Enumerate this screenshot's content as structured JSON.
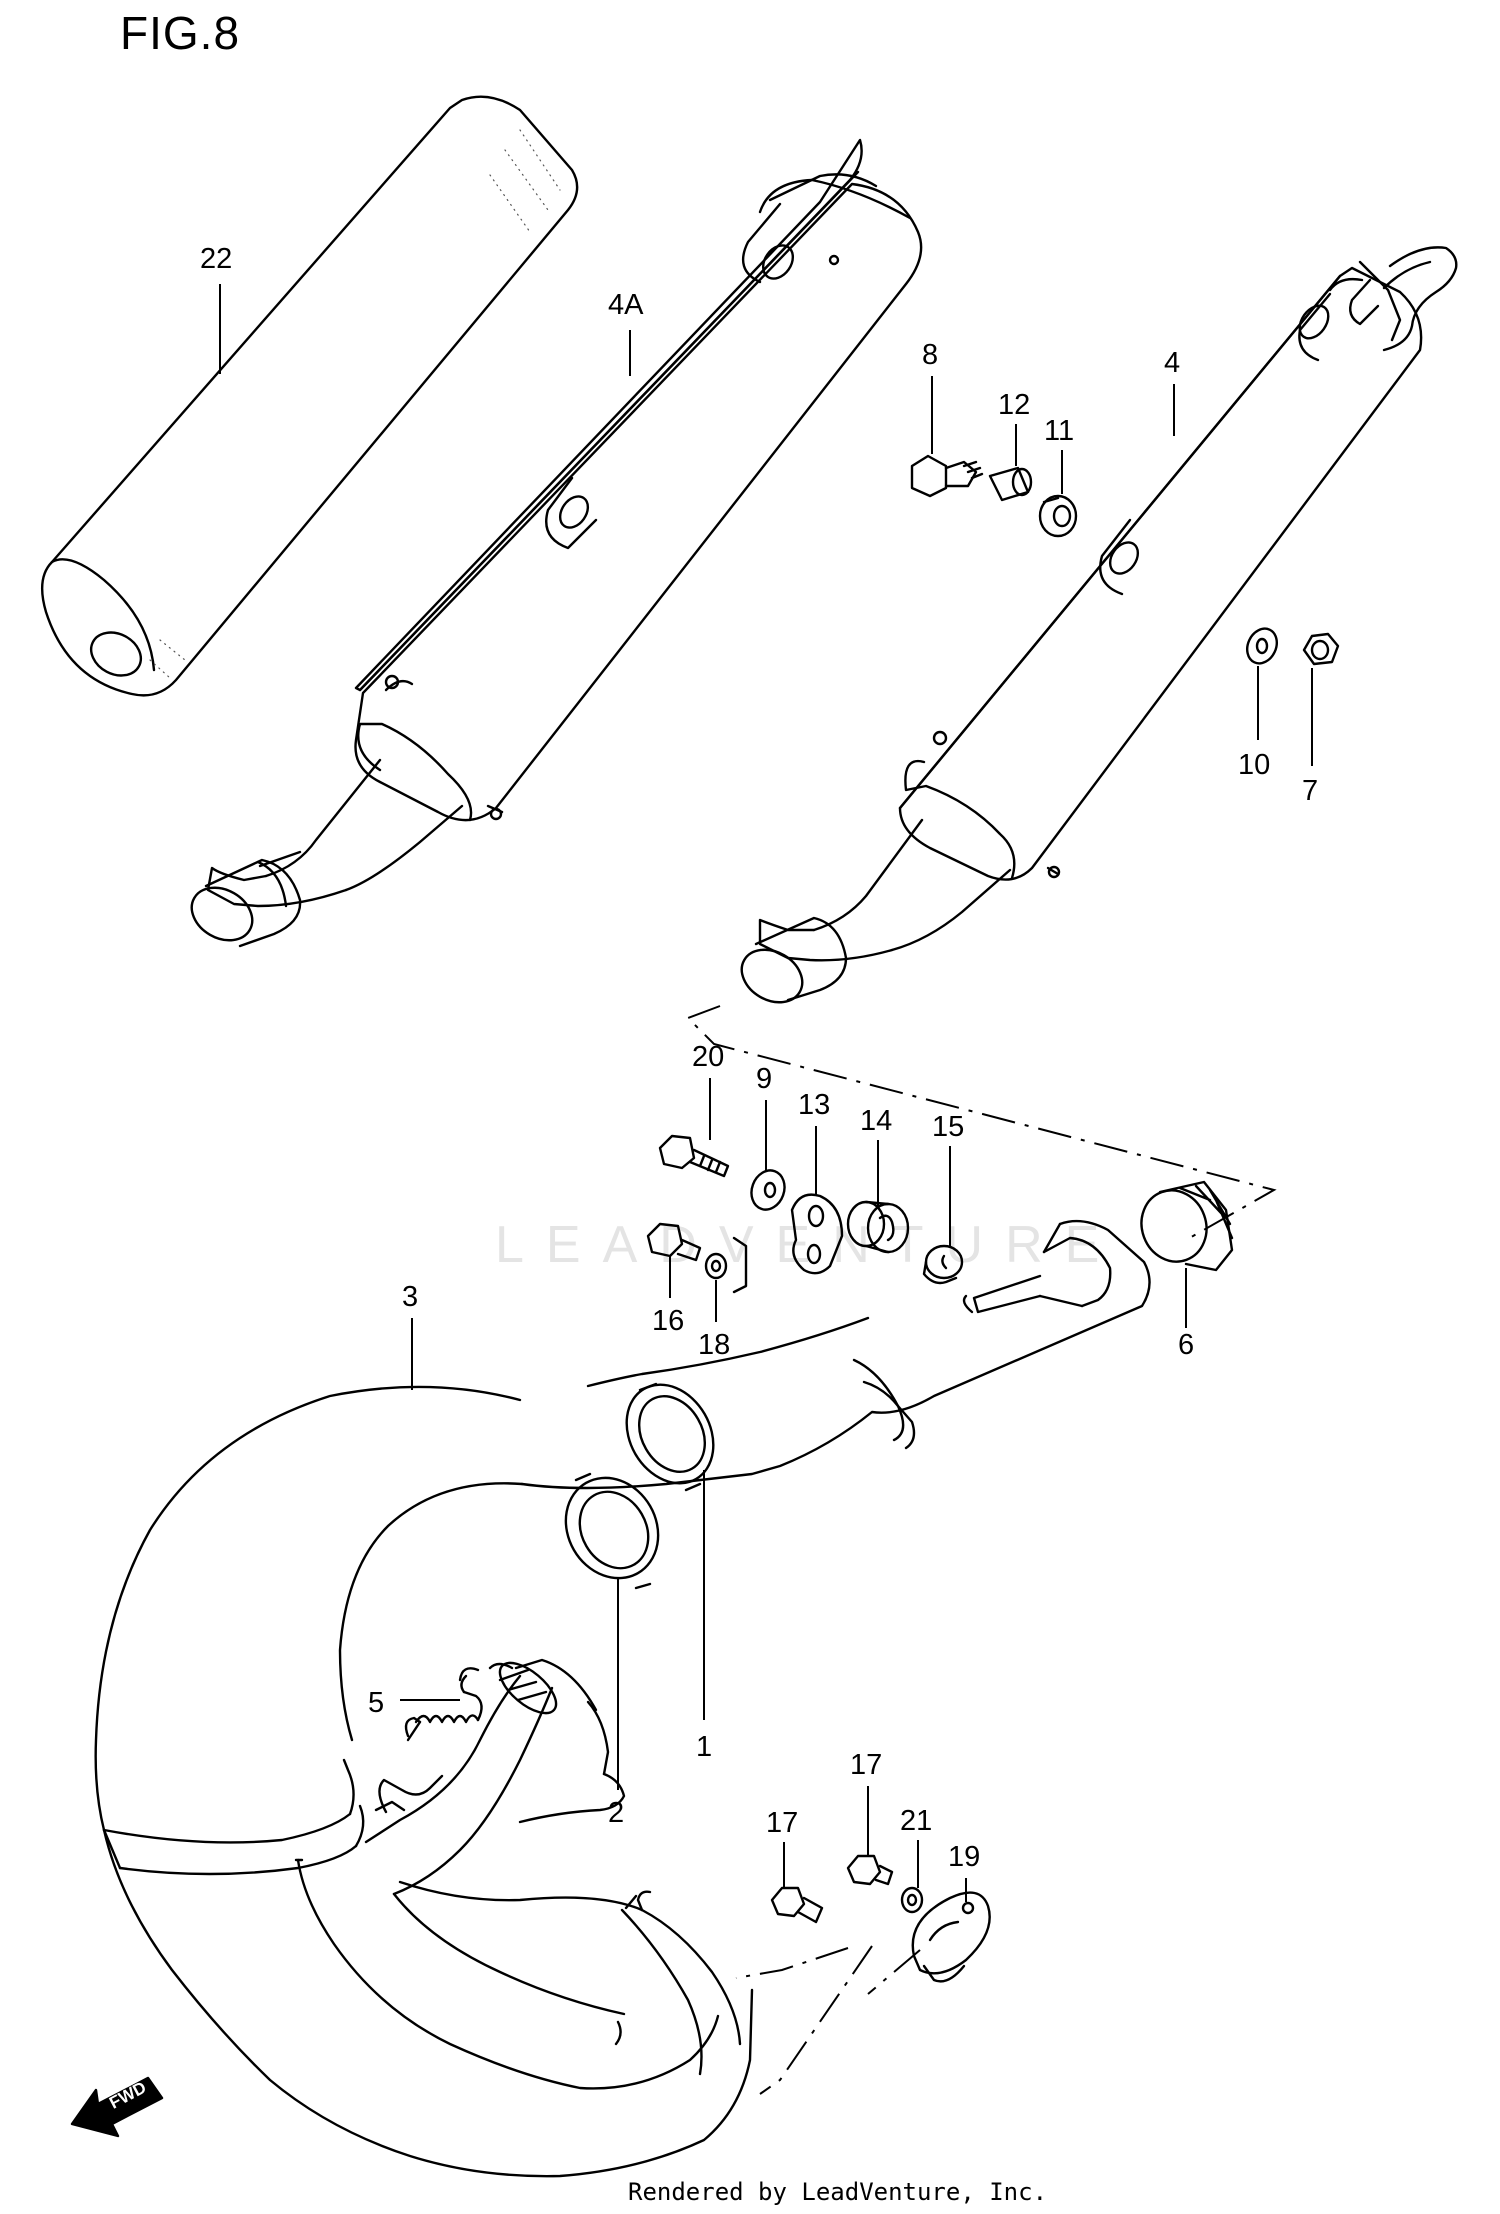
{
  "title": "FIG.8",
  "credit": "Rendered by LeadVenture, Inc.",
  "watermark": "LEADVENTURE",
  "fwd_label": "FWD",
  "part_labels": {
    "p22": "22",
    "p4a": "4A",
    "p4": "4",
    "p8": "8",
    "p12": "12",
    "p11": "11",
    "p10": "10",
    "p7": "7",
    "p20": "20",
    "p9": "9",
    "p13": "13",
    "p14": "14",
    "p15": "15",
    "p16": "16",
    "p18": "18",
    "p6": "6",
    "p3": "3",
    "p5": "5",
    "p1": "1",
    "p2": "2",
    "p17a": "17",
    "p17b": "17",
    "p21": "21",
    "p19": "19"
  },
  "colors": {
    "line": "#000000",
    "background": "#ffffff",
    "watermark": "#e4e4e4"
  }
}
